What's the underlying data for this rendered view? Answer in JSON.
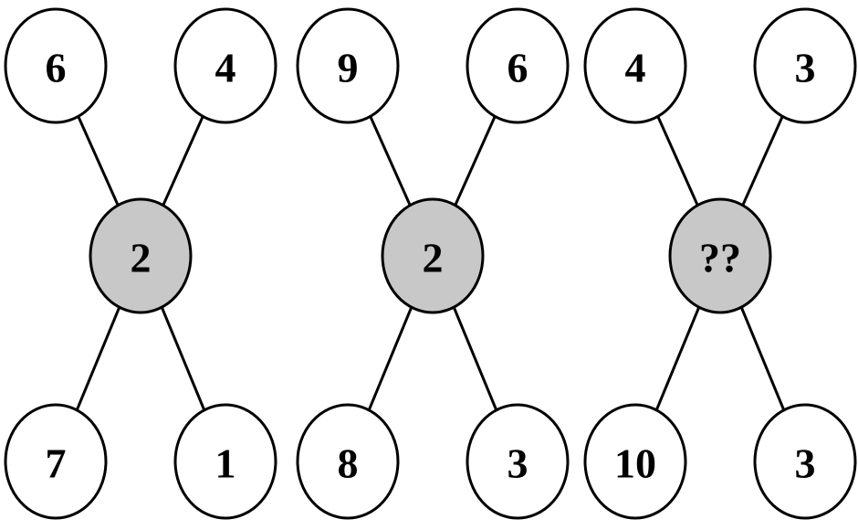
{
  "colors": {
    "outer_fill": "#ffffff",
    "center_fill": "#c8c8c8",
    "stroke": "#000000"
  },
  "puzzles": [
    {
      "top_left": "6",
      "top_right": "4",
      "center": "2",
      "bottom_left": "7",
      "bottom_right": "1"
    },
    {
      "top_left": "9",
      "top_right": "6",
      "center": "2",
      "bottom_left": "8",
      "bottom_right": "3"
    },
    {
      "top_left": "4",
      "top_right": "3",
      "center": "??",
      "bottom_left": "10",
      "bottom_right": "3"
    }
  ]
}
